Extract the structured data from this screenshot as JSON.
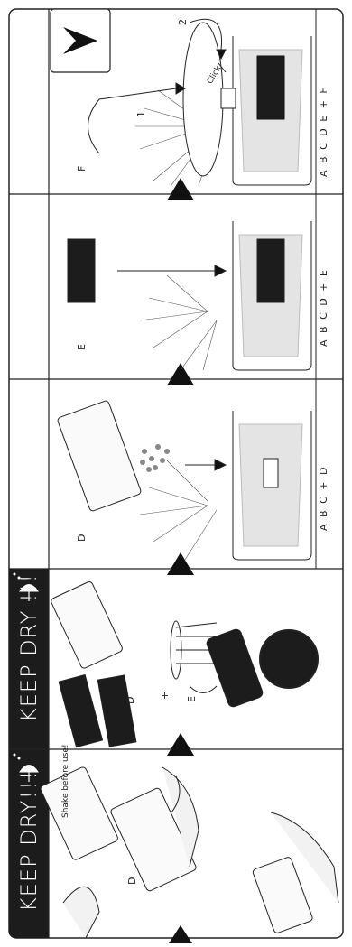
{
  "steps": {
    "step1": {
      "banner": "KEEP DRY!!!",
      "label": "D",
      "note": "Shake before use!"
    },
    "step2": {
      "banner": "KEEP DRY !!!",
      "label_d": "D",
      "plus": "+",
      "label_e": "E"
    },
    "step3": {
      "label": "D",
      "formula": "A B C + D"
    },
    "step4": {
      "label": "E",
      "formula": "A B C D + E"
    },
    "step5": {
      "label": "F",
      "arrow_1": "1",
      "arrow_2": "2",
      "click": "Click",
      "formula": "A B C D E + F"
    }
  },
  "colors": {
    "banner": "#1c1c1c",
    "line": "#222222",
    "fill": "#e4e4e4"
  },
  "icons": [
    "umbrella-icon",
    "water-drop-icon",
    "play-triangle-icon",
    "chevron-logo-icon"
  ]
}
